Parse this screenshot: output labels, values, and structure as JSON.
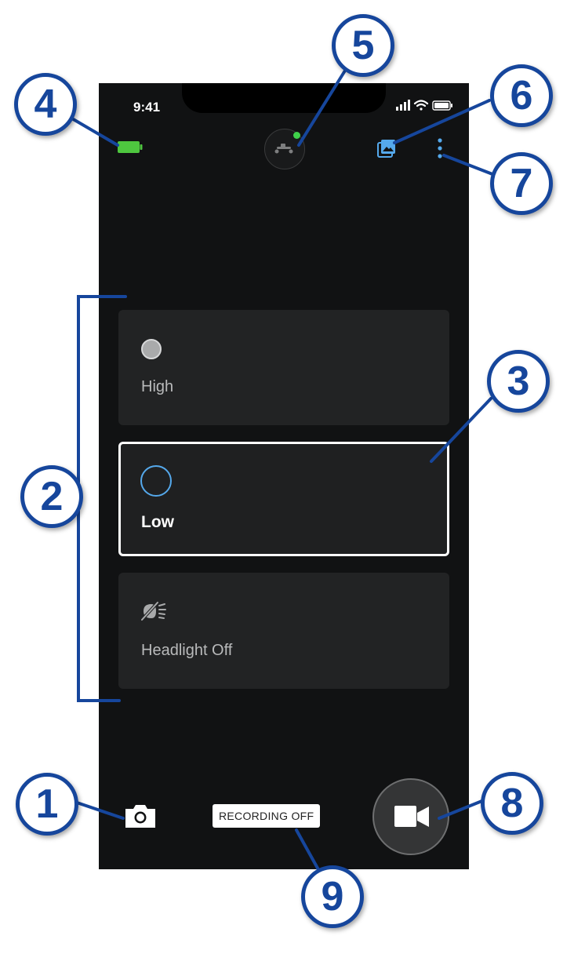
{
  "status_bar": {
    "time": "9:41"
  },
  "header": {
    "battery_color": "#4ec63f",
    "connection_dot_color": "#3fd14a",
    "accent_color": "#55a9ec"
  },
  "icons": {
    "battery": "battery-icon",
    "bike": "bike-icon",
    "gallery": "gallery-icon",
    "more": "more-vertical-icon",
    "headlight_off": "headlight-off-icon",
    "camera": "camera-icon",
    "video": "video-camera-icon"
  },
  "modes": [
    {
      "label": "High",
      "state": "filled"
    },
    {
      "label": "Low",
      "state": "selected"
    },
    {
      "label": "Headlight Off",
      "state": "off"
    }
  ],
  "recording": {
    "status": "RECORDING OFF"
  },
  "callouts": [
    "1",
    "2",
    "3",
    "4",
    "5",
    "6",
    "7",
    "8",
    "9"
  ]
}
